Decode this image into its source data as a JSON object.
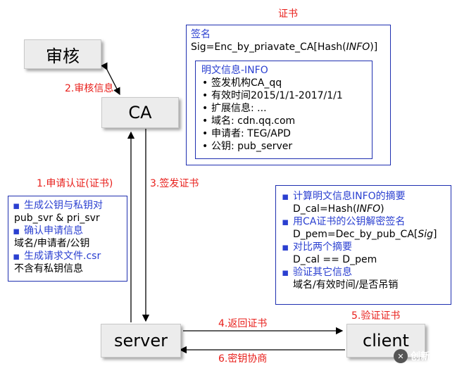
{
  "nodes": {
    "audit": "审核",
    "ca": "CA",
    "server": "server",
    "client": "client"
  },
  "edges": {
    "audit_info": "2.审核信息",
    "apply_cert": "1.申请认证(证书)",
    "issue_cert": "3.签发证书",
    "return_cert": "4.返回证书",
    "verify_cert": "5.验证证书",
    "key_negotiate": "6.密钥协商"
  },
  "certificate": {
    "title": "证书",
    "signature_label": "签名",
    "signature_prefix": "Sig=Enc_by_priavate_CA[Hash(",
    "signature_arg": "INFO",
    "signature_suffix": ")]",
    "info_title": "明文信息-INFO",
    "info_items": [
      "签发机构CA_qq",
      "有效时间2015/1/1-2017/1/1",
      "扩展信息: ...",
      "域名: cdn.qq.com",
      "申请者: TEG/APD",
      "公钥: pub_server"
    ]
  },
  "server_steps": {
    "step1_title": "生成公钥与私钥对",
    "step1_detail": "pub_svr & pri_svr",
    "step2_title": "确认申请信息",
    "step2_detail": "域名/申请者/公钥",
    "step3_title": "生成请求文件.csr",
    "step3_detail": "不含有私钥信息"
  },
  "client_steps": {
    "step1_title": "计算明文信息INFO的摘要",
    "step1_prefix": "D_cal=Hash(",
    "step1_arg": "INFO",
    "step1_suffix": ")",
    "step2_title": "用CA证书的公钥解密签名",
    "step2_prefix": "D_pem=Dec_by_pub_CA[",
    "step2_arg": "Sig",
    "step2_suffix": "]",
    "step3_title": "对比两个摘要",
    "step3_detail": "D_cal == D_pem",
    "step4_title": "验证其它信息",
    "step4_detail": "域名/有效时间/是否吊销"
  },
  "watermark": "创新互联",
  "colors": {
    "red": "#e8201c",
    "blue": "#2a3fd0",
    "node_bg": "#ececec"
  }
}
